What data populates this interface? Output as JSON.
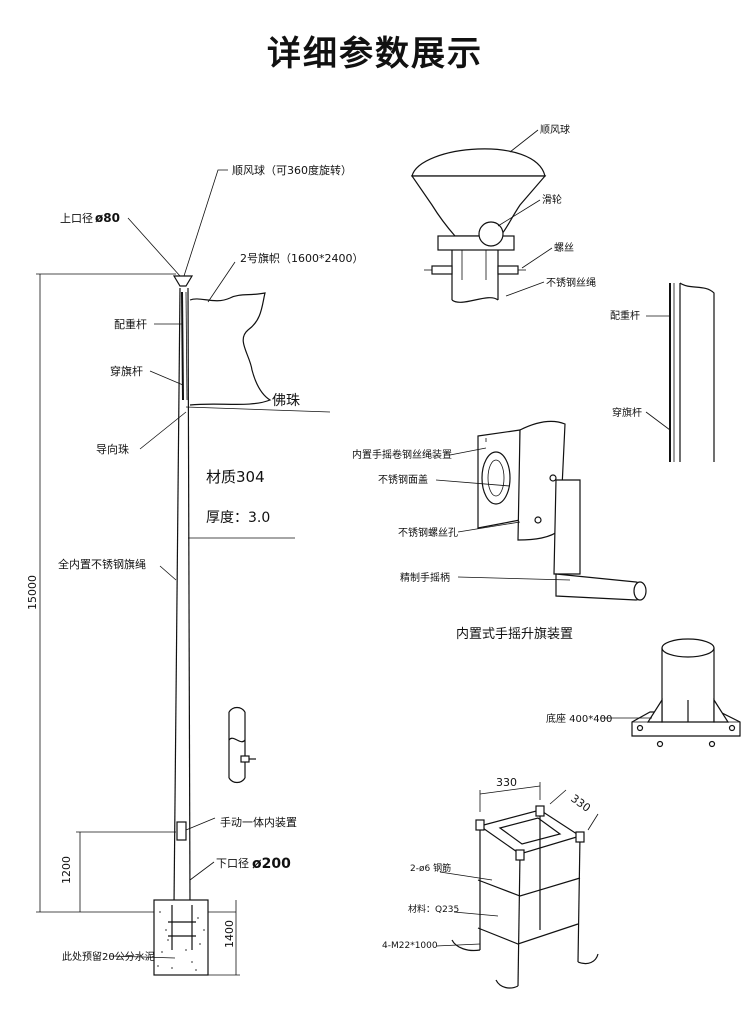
{
  "title": "详细参数展示",
  "left": {
    "ball_label": "顺风球（可360度旋转）",
    "top_diameter_prefix": "上口径",
    "top_diameter_value": "ø80",
    "flag_label": "2号旗帜（1600*2400）",
    "counterweight_label": "配重杆",
    "flag_rod_label": "穿旗杆",
    "buddha_bead_label": "佛珠",
    "guide_bead_label": "导向珠",
    "material_label": "材质304",
    "thickness_label": "厚度：3.0",
    "rope_label": "全内置不锈钢旗绳",
    "height_dim": "15000",
    "manual_device_label": "手动一体内装置",
    "bottom_diameter_prefix": "下口径",
    "bottom_diameter_value": "ø200",
    "dim_1200": "1200",
    "dim_1400": "1400",
    "cement_label": "此处预留20公分水泥"
  },
  "top_detail": {
    "ball": "顺风球",
    "pulley": "滑轮",
    "screw": "螺丝",
    "rope": "不锈钢丝绳"
  },
  "right_detail": {
    "counterweight": "配重杆",
    "flag_rod": "穿旗杆"
  },
  "winch": {
    "device": "内置手摇卷钢丝绳装置",
    "cover": "不锈钢面盖",
    "hole": "不锈钢螺丝孔",
    "handle": "精制手摇柄",
    "caption": "内置式手摇升旗装置"
  },
  "base": {
    "label": "底座 400*400"
  },
  "cage": {
    "dim_a": "330",
    "dim_b": "330",
    "rebar": "2-ø6 钢筋",
    "material": "材料：Q235",
    "bolts": "4-M22*1000"
  }
}
